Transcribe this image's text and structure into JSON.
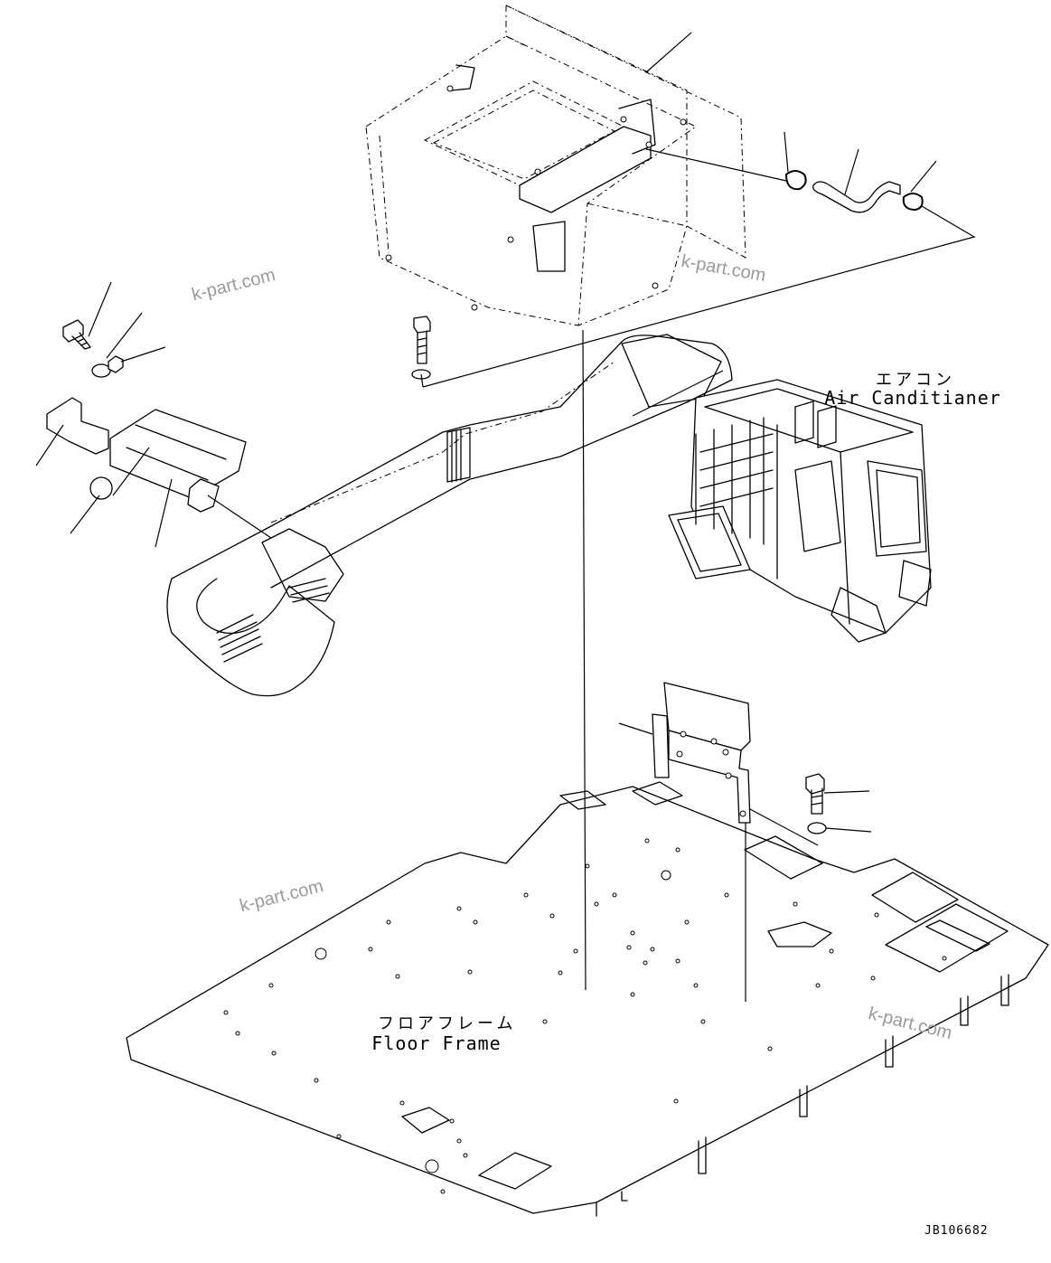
{
  "labels": {
    "air_conditioner_jp": "エアコン",
    "air_conditioner_en": "Air Canditianer",
    "floor_frame_jp": "フロアフレーム",
    "floor_frame_en": "Floor Frame"
  },
  "watermarks": [
    "k-part.com",
    "k-part.com",
    "k-part.com",
    "k-part.com"
  ],
  "drawing_code": "JB106682"
}
